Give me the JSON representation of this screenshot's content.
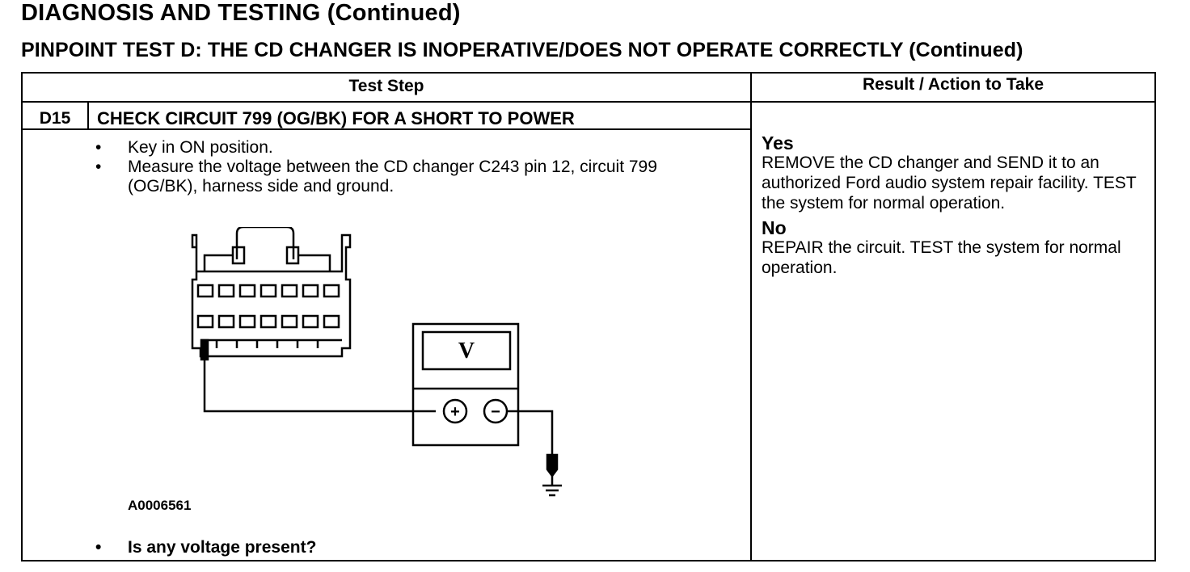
{
  "page": {
    "title": "DIAGNOSIS AND TESTING (Continued)",
    "subtitle": "PINPOINT TEST D: THE CD CHANGER IS INOPERATIVE/DOES NOT OPERATE CORRECTLY (Continued)"
  },
  "table": {
    "headers": {
      "test_step": "Test Step",
      "result": "Result / Action to Take"
    },
    "step": {
      "id": "D15",
      "title": "CHECK CIRCUIT 799 (OG/BK) FOR A SHORT TO POWER",
      "bullets": [
        "Key in ON position.",
        "Measure the voltage between the CD changer C243 pin 12, circuit 799 (OG/BK), harness side and ground."
      ],
      "figure_id": "A0006561",
      "meter_label": "V",
      "meter_plus": "+",
      "meter_minus": "−",
      "question": "Is any voltage present?"
    },
    "results": [
      {
        "label": "Yes",
        "text": "REMOVE the CD changer and SEND it to an authorized Ford audio system repair facility. TEST the system for normal operation."
      },
      {
        "label": "No",
        "text": "REPAIR the circuit. TEST the system for normal operation."
      }
    ]
  },
  "bullet_char": "•",
  "icons": {
    "connector": "connector-c243-icon",
    "voltmeter": "voltmeter-icon",
    "ground": "ground-symbol-icon"
  }
}
